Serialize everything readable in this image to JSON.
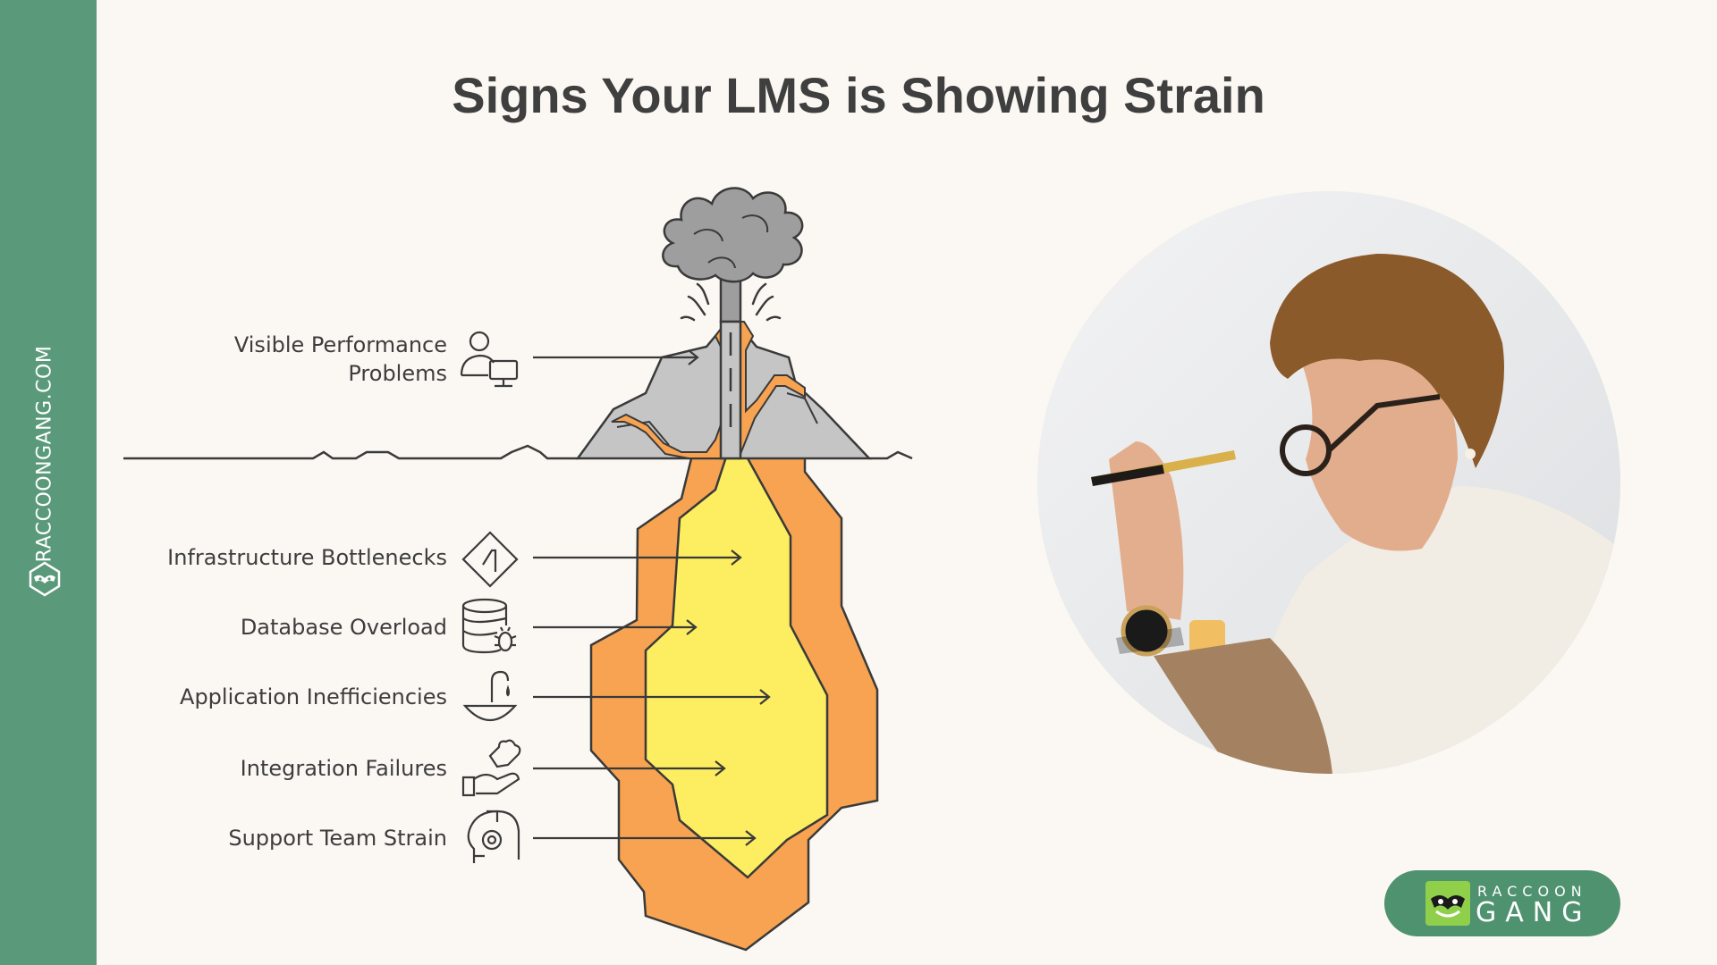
{
  "title": "Signs Your LMS is Showing Strain",
  "sidebar": {
    "site": "RACCOONGANG.COM"
  },
  "signs": [
    {
      "label": "Visible Performance\nProblems",
      "icon": "user-monitor-icon",
      "above_ground": true
    },
    {
      "label": "Infrastructure Bottlenecks",
      "icon": "diamond-route-icon",
      "above_ground": false
    },
    {
      "label": "Database Overload",
      "icon": "database-bug-icon",
      "above_ground": false
    },
    {
      "label": "Application Inefficiencies",
      "icon": "faucet-drip-icon",
      "above_ground": false
    },
    {
      "label": "Integration Failures",
      "icon": "hand-puzzle-icon",
      "above_ground": false
    },
    {
      "label": "Support Team Strain",
      "icon": "support-headset-icon",
      "above_ground": false
    }
  ],
  "brand": {
    "line1": "RACCOON",
    "line2": "GANG"
  },
  "colors": {
    "sidebar": "#5a9a7a",
    "background": "#fbf8f3",
    "magma_outer": "#f7a351",
    "magma_inner": "#fded60",
    "rock": "#c5c5c5",
    "smoke": "#9e9e9e",
    "badge": "#4f9270"
  }
}
